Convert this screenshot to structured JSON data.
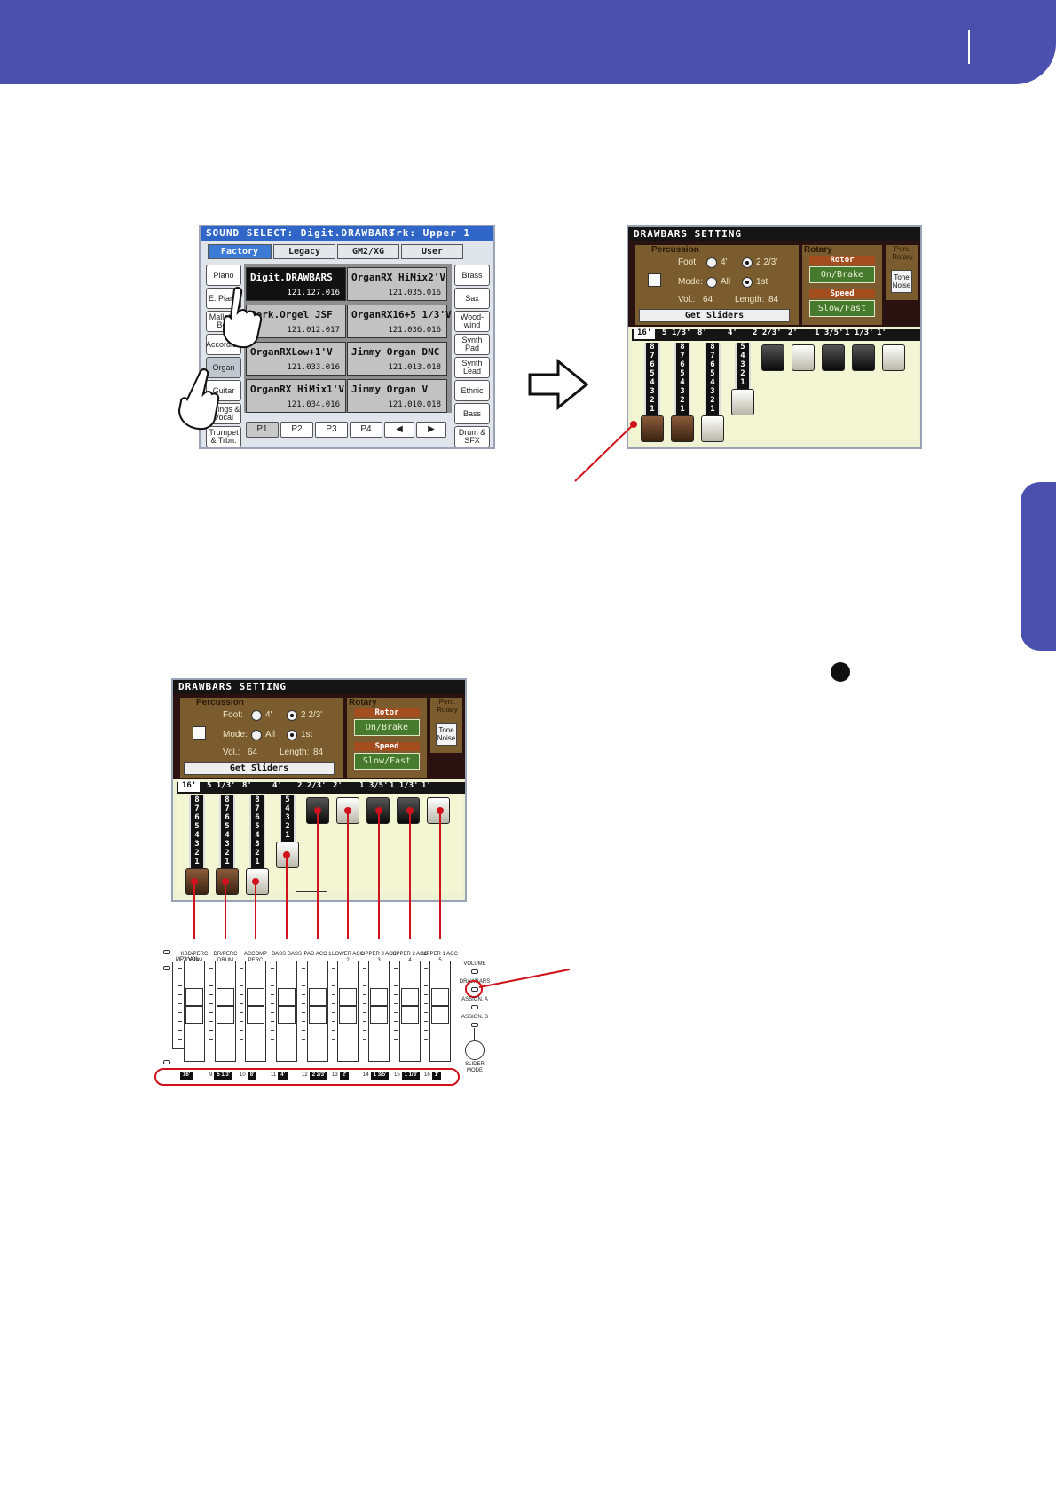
{
  "sound_select": {
    "title": "SOUND SELECT: Digit.DRAWBARS",
    "track": "Trk: Upper 1",
    "tabs": [
      "Factory",
      "Legacy",
      "GM2/XG",
      "User"
    ],
    "left_categories": [
      "Piano",
      "E. Piano",
      "Mallet & Bell",
      "Accordion",
      "Organ",
      "Guitar",
      "Strings & Vocal",
      "Trumpet & Trbn."
    ],
    "right_categories": [
      "Brass",
      "Sax",
      "Wood-wind",
      "Synth Pad",
      "Synth Lead",
      "Ethnic",
      "Bass",
      "Drum & SFX"
    ],
    "sounds": [
      {
        "name": "Digit.DRAWBARS",
        "pc": "121.127.016"
      },
      {
        "name": "OrganRX HiMix2'V",
        "pc": "121.035.016"
      },
      {
        "name": "Perk.Orgel JSF",
        "pc": "121.012.017"
      },
      {
        "name": "OrganRX16+5 1/3'V",
        "pc": "121.036.016"
      },
      {
        "name": "OrganRXLow+1'V",
        "pc": "121.033.016"
      },
      {
        "name": "Jimmy Organ DNC",
        "pc": "121.013.018"
      },
      {
        "name": "OrganRX HiMix1'V",
        "pc": "121.034.016"
      },
      {
        "name": "Jimmy Organ V",
        "pc": "121.010.018"
      }
    ],
    "pages": [
      "P1",
      "P2",
      "P3",
      "P4",
      "◀",
      "▶"
    ]
  },
  "drawbars": {
    "title": "DRAWBARS SETTING",
    "percussion_label": "Percussion",
    "foot_label": "Foot:",
    "foot_opt1": "4'",
    "foot_opt2": "2 2/3'",
    "mode_label": "Mode:",
    "mode_opt1": "All",
    "mode_opt2": "1st",
    "vol_label": "Vol.:",
    "vol_value": "64",
    "length_label": "Length:",
    "length_value": "84",
    "get_sliders": "Get Sliders",
    "rotary_label": "Rotary",
    "rotor_label": "Rotor",
    "onbrake": "On/Brake",
    "speed_label": "Speed",
    "slowfast": "Slow/Fast",
    "perc_rotary": "Perc. Rotary",
    "tone_noise": "Tone Noise",
    "footages": [
      "16'",
      "5 1/3'",
      "8'",
      "4'",
      "2 2/3'",
      "2'",
      "1 3/5'",
      "1 1/3'",
      "1'"
    ],
    "scale_8": [
      "8",
      "7",
      "6",
      "5",
      "4",
      "3",
      "2",
      "1"
    ],
    "scale_5": [
      "5",
      "4",
      "3",
      "2",
      "1"
    ],
    "bar_levels": [
      8,
      8,
      8,
      5,
      0,
      0,
      0,
      0,
      0
    ]
  },
  "hardware": {
    "mp3_vol": "MP3 VOL",
    "sliders": [
      {
        "label": "KBD/PERC DRUM",
        "num": "",
        "foot": "16'"
      },
      {
        "label": "DR/PERC DRUM",
        "num": "9",
        "foot": "5 1/3'"
      },
      {
        "label": "ACCOMP PERC",
        "num": "10",
        "foot": "8'"
      },
      {
        "label": "BASS BASS",
        "num": "11",
        "foot": "4'"
      },
      {
        "label": "PAD ACC 1",
        "num": "12",
        "foot": "2 2/3'"
      },
      {
        "label": "LOWER ACC 2",
        "num": "13",
        "foot": "2'"
      },
      {
        "label": "UPPER 3 ACC 3",
        "num": "14",
        "foot": "1 3/5'"
      },
      {
        "label": "UPPER 2 ACC 4",
        "num": "15",
        "foot": "1 1/3'"
      },
      {
        "label": "UPPER 1 ACC 5",
        "num": "16",
        "foot": "1'"
      }
    ],
    "modes": [
      "VOLUME",
      "DRAWBARS",
      "ASSIGN. A",
      "ASSIGN. B"
    ],
    "slider_mode": "SLIDER MODE"
  }
}
